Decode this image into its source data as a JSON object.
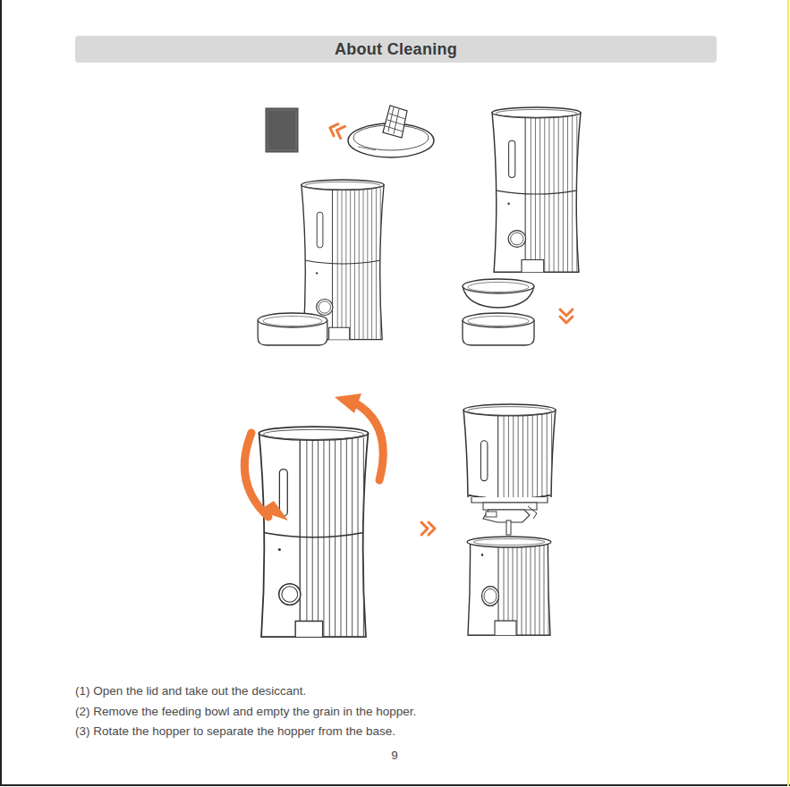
{
  "diagram": {
    "title": "About Cleaning",
    "labels": [
      "(1)  Open the lid and take out the desiccant.",
      "(2) Remove the feeding bowl and empty the grain in the hopper.",
      "(3) Rotate the hopper to separate the hopper from the base.",
      "9"
    ]
  }
}
